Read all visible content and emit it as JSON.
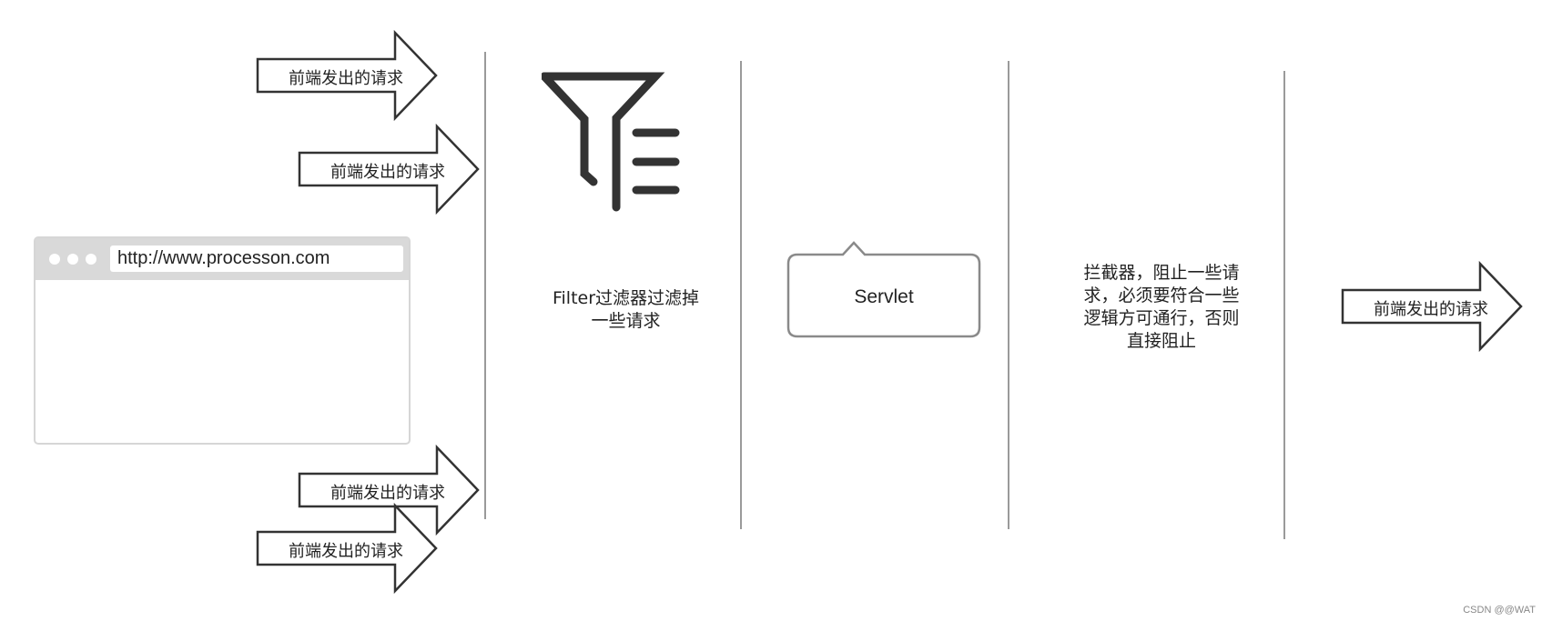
{
  "arrows": {
    "label": "前端发出的请求"
  },
  "browser": {
    "url": "http://www.processon.com"
  },
  "filter": {
    "text": "Filter过滤器过滤掉一些请求"
  },
  "servlet": {
    "label": "Servlet"
  },
  "interceptor": {
    "text": "拦截器，阻止一些请求，必须要符合一些逻辑方可通行，否则直接阻止"
  },
  "watermark": "CSDN @@WAT",
  "colors": {
    "stroke": "#333333",
    "divider": "#9a9a9a",
    "browser_bar": "#d9d9d9",
    "callout_border": "#8a8a8a"
  },
  "icons": [
    "arrow-right-icon",
    "filter-funnel-icon",
    "browser-window-icon",
    "speech-bubble-icon"
  ]
}
